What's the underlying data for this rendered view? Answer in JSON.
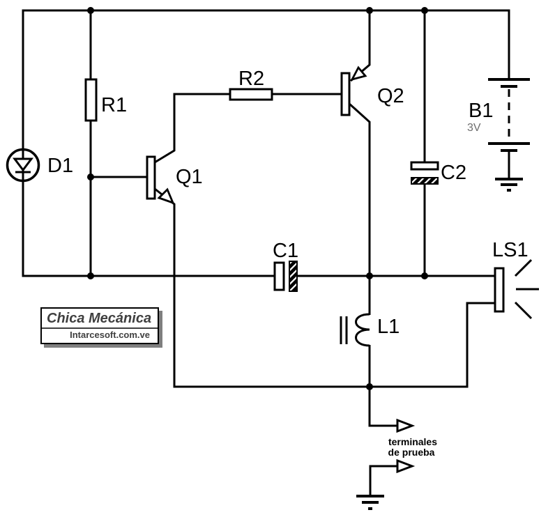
{
  "components": {
    "d1": "D1",
    "r1": "R1",
    "r2": "R2",
    "q1": "Q1",
    "q2": "Q2",
    "c1": "C1",
    "c2": "C2",
    "b1": "B1",
    "b1_value": "3V",
    "l1": "L1",
    "ls1": "LS1"
  },
  "component_types": {
    "D1": "diode-in-circle",
    "R1": "resistor",
    "R2": "resistor",
    "Q1": "transistor-npn",
    "Q2": "transistor-pnp",
    "C1": "polarized-capacitor",
    "C2": "polarized-capacitor",
    "B1": "battery-two-cells",
    "L1": "inductor-with-core",
    "LS1": "loudspeaker"
  },
  "annotations": {
    "test_terminals_line1": "terminales",
    "test_terminals_line2": "de prueba"
  },
  "watermark": {
    "title": "Chica Mecánica",
    "subtitle": "Intarcesoft.com.ve"
  },
  "colors": {
    "line": "#000000",
    "background": "#ffffff",
    "battery_value_text": "#6e6e6e",
    "watermark_text": "#3f3f3f",
    "watermark_shadow": "#7f7f7f"
  }
}
